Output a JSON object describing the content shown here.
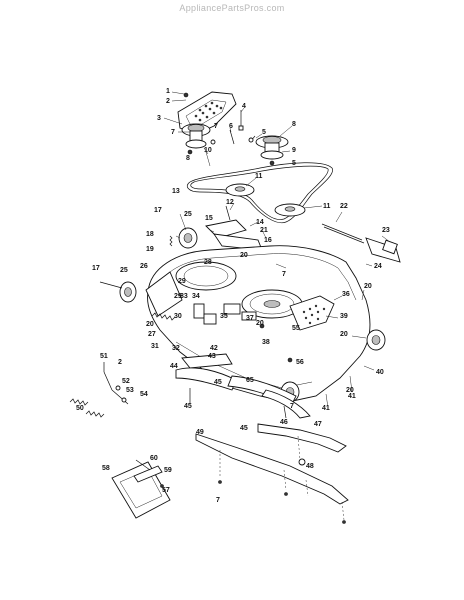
{
  "watermark": "AppliancePartsPros.com",
  "callouts": {
    "c1": "1",
    "c2": "2",
    "c3": "3",
    "c4": "4",
    "c5": "5",
    "c6": "6",
    "c7": "7",
    "c8": "8",
    "c9": "9",
    "c10": "10",
    "c11": "11",
    "c12": "12",
    "c13": "13",
    "c14": "14",
    "c15": "15",
    "c16": "16",
    "c17": "17",
    "c18": "18",
    "c19": "19",
    "c20": "20",
    "c21": "21",
    "c22": "22",
    "c23": "23",
    "c24": "24",
    "c25": "25",
    "c26": "26",
    "c27": "27",
    "c28": "28",
    "c29": "29",
    "c30": "30",
    "c31": "31",
    "c32": "32",
    "c33": "33",
    "c34": "34",
    "c35": "35",
    "c36": "36",
    "c37": "37",
    "c38": "38",
    "c39": "39",
    "c40": "40",
    "c41": "41",
    "c42": "42",
    "c43": "43",
    "c44": "44",
    "c45": "45",
    "c46": "46",
    "c47": "47",
    "c48": "48",
    "c49": "49",
    "c50": "50",
    "c51": "51",
    "c52": "52",
    "c53": "53",
    "c54": "54",
    "c55": "55",
    "c56": "56",
    "c57": "57",
    "c58": "58",
    "c59": "59",
    "c60": "60",
    "c65": "65"
  }
}
